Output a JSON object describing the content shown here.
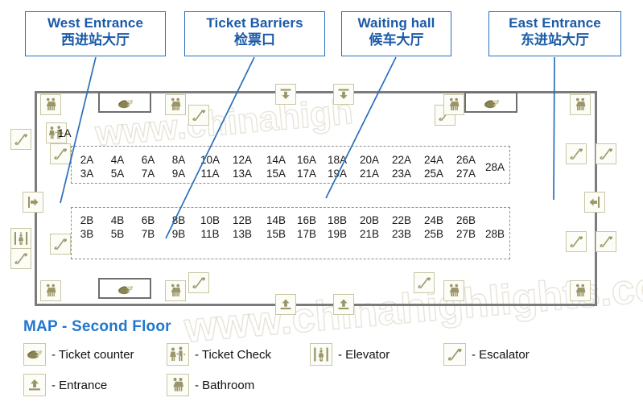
{
  "title": "MAP - Second Floor",
  "watermark": [
    "www.chinahigh",
    "www.chinahighlights.com"
  ],
  "colors": {
    "callout_blue": "#2a6fbb",
    "callout_text": "#1a5aa8",
    "title_blue": "#2277cc",
    "icon_olive": "#9a9668",
    "wall_gray": "#7b7b7b",
    "zone_dash": "#8d8d8d"
  },
  "callouts": [
    {
      "id": "west-entrance",
      "en": "West Entrance",
      "zh": "西进站大厅"
    },
    {
      "id": "ticket-barriers",
      "en": "Ticket Barriers",
      "zh": "检票口"
    },
    {
      "id": "waiting-hall",
      "en": "Waiting hall",
      "zh": "候车大厅"
    },
    {
      "id": "east-entrance",
      "en": "East Entrance",
      "zh": "东进站大厅"
    }
  ],
  "platform_label": "1A",
  "zone_a": {
    "columns": [
      {
        "top": "2A",
        "bottom": "3A"
      },
      {
        "top": "4A",
        "bottom": "5A"
      },
      {
        "top": "6A",
        "bottom": "7A"
      },
      {
        "top": "8A",
        "bottom": "9A"
      },
      {
        "top": "10A",
        "bottom": "11A"
      },
      {
        "top": "12A",
        "bottom": "13A"
      },
      {
        "top": "14A",
        "bottom": "15A"
      },
      {
        "top": "16A",
        "bottom": "17A"
      },
      {
        "top": "18A",
        "bottom": "19A"
      },
      {
        "top": "20A",
        "bottom": "21A"
      },
      {
        "top": "22A",
        "bottom": "23A"
      },
      {
        "top": "24A",
        "bottom": "25A"
      },
      {
        "top": "26A",
        "bottom": "27A"
      }
    ],
    "single": "28A"
  },
  "zone_b": {
    "columns": [
      {
        "top": "2B",
        "bottom": "3B"
      },
      {
        "top": "4B",
        "bottom": "5B"
      },
      {
        "top": "6B",
        "bottom": "7B"
      },
      {
        "top": "8B",
        "bottom": "9B"
      },
      {
        "top": "10B",
        "bottom": "11B"
      },
      {
        "top": "12B",
        "bottom": "13B"
      },
      {
        "top": "14B",
        "bottom": "15B"
      },
      {
        "top": "16B",
        "bottom": "17B"
      },
      {
        "top": "18B",
        "bottom": "19B"
      },
      {
        "top": "20B",
        "bottom": "21B"
      },
      {
        "top": "22B",
        "bottom": "23B"
      },
      {
        "top": "24B",
        "bottom": "25B"
      },
      {
        "top": "26B",
        "bottom": "27B"
      }
    ],
    "single": "28B"
  },
  "legend": [
    {
      "id": "ticket-counter",
      "icon": "ticket-counter-icon",
      "label": "- Ticket counter"
    },
    {
      "id": "ticket-check",
      "icon": "ticket-check-icon",
      "label": "- Ticket Check"
    },
    {
      "id": "elevator",
      "icon": "elevator-icon",
      "label": "- Elevator"
    },
    {
      "id": "escalator",
      "icon": "escalator-icon",
      "label": "- Escalator"
    },
    {
      "id": "entrance",
      "icon": "entrance-icon",
      "label": "- Entrance"
    },
    {
      "id": "bathroom",
      "icon": "bathroom-icon",
      "label": "- Bathroom"
    }
  ],
  "map_icons": {
    "bathroom": "bathroom-icon",
    "escalator": "escalator-icon",
    "elevator": "elevator-icon",
    "entrance": "entrance-icon",
    "ticket_counter": "ticket-counter-icon",
    "ticket_check": "ticket-check-icon"
  }
}
